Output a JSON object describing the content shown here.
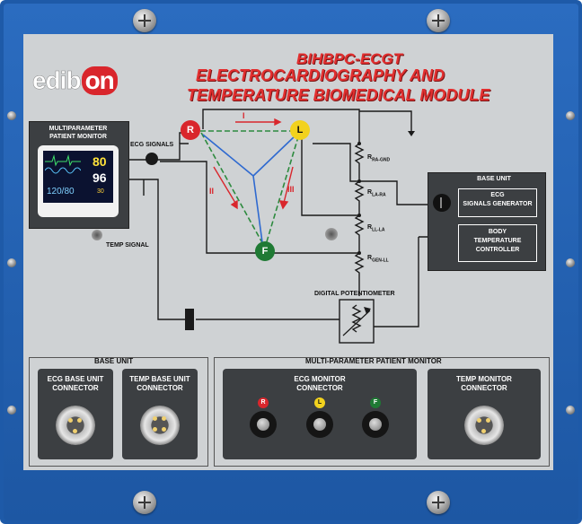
{
  "logo": {
    "prefix": "edib",
    "suffix": "on"
  },
  "title": {
    "code": "BIHBPC-ECGT",
    "line1": "ELECTROCARDIOGRAPHY AND",
    "line2": "TEMPERATURE BIOMEDICAL MODULE"
  },
  "monitor": {
    "title_line1": "MULTIPARAMETER",
    "title_line2": "PATIENT MONITOR",
    "hr": "80",
    "spo2": "96",
    "nibp": "120/80",
    "temp": "30"
  },
  "signals": {
    "ecg": "ECG SIGNALS",
    "temp": "TEMP SIGNAL"
  },
  "triangle": {
    "R": "R",
    "L": "L",
    "F": "F",
    "lead1": "I",
    "lead2": "II",
    "lead3": "III"
  },
  "resistors": [
    "R_RA-GND",
    "R_LA-RA",
    "R_LL-LA",
    "R_GEN-LL"
  ],
  "resistor_main": [
    "R",
    "R",
    "R",
    "R"
  ],
  "resistor_sub": [
    "RA-GND",
    "LA-RA",
    "LL-LA",
    "GEN-LL"
  ],
  "digital_pot": "DIGITAL POTENTIOMETER",
  "base_unit_top": {
    "title": "BASE UNIT",
    "generator_line1": "ECG",
    "generator_line2": "SIGNALS GENERATOR",
    "controller_line1": "BODY",
    "controller_line2": "TEMPERATURE",
    "controller_line3": "CONTROLLER"
  },
  "base_unit_bottom": {
    "title": "BASE UNIT",
    "ecg_line1": "ECG BASE UNIT",
    "ecg_line2": "CONNECTOR",
    "temp_line1": "TEMP BASE UNIT",
    "temp_line2": "CONNECTOR"
  },
  "mpm_bottom": {
    "title": "MULTI-PARAMETER PATIENT MONITOR",
    "ecg_line1": "ECG MONITOR",
    "ecg_line2": "CONNECTOR",
    "jacks": [
      "R",
      "L",
      "F"
    ],
    "temp_line1": "TEMP MONITOR",
    "temp_line2": "CONNECTOR"
  },
  "colors": {
    "frame": "#1e5aa8",
    "panel": "#cfd2d4",
    "title": "#e22f2f",
    "R": "#d9262c",
    "L": "#f2d21e",
    "F": "#1f7a34"
  }
}
